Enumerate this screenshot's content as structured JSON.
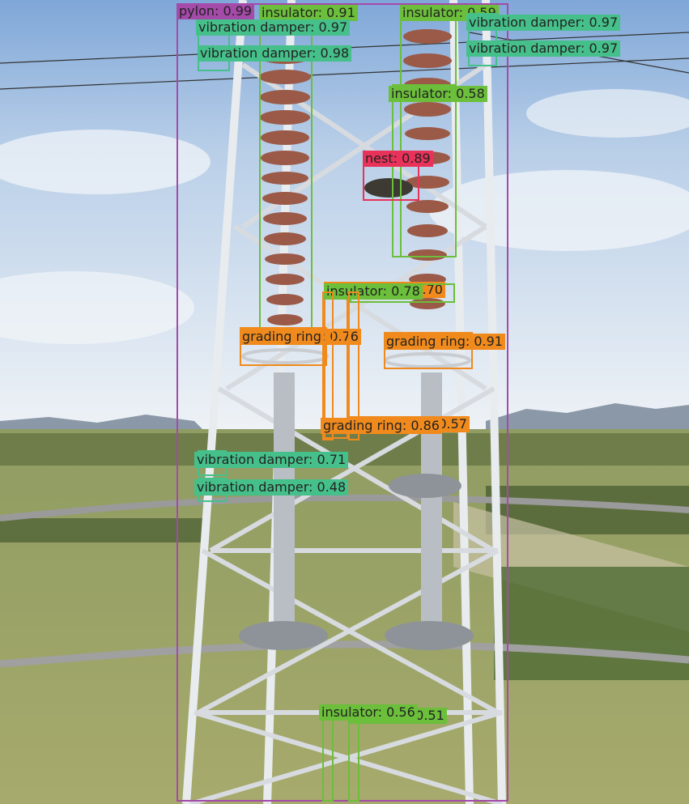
{
  "classes": {
    "pylon": "#a44aa8",
    "insulator": "#6bbf3a",
    "vibration damper": "#46c08a",
    "grading ring": "#f08a1c",
    "nest": "#e8325a"
  },
  "detections": [
    {
      "label": "pylon: 0.99",
      "cls": "pylon"
    },
    {
      "label": "insulator: 0.91",
      "cls": "insulator"
    },
    {
      "label": "insulator: 0.59",
      "cls": "insulator"
    },
    {
      "label": "vibration damper: 0.97",
      "cls": "vibration damper"
    },
    {
      "label": "vibration damper: 0.98",
      "cls": "vibration damper"
    },
    {
      "label": "vibration damper: 0.97",
      "cls": "vibration damper"
    },
    {
      "label": "vibration damper: 0.97",
      "cls": "vibration damper"
    },
    {
      "label": "insulator: 0.58",
      "cls": "insulator"
    },
    {
      "label": "nest: 0.89",
      "cls": "nest"
    },
    {
      "label": "grading ring: 0.70",
      "cls": "grading ring"
    },
    {
      "label": "insulator: 0.78",
      "cls": "insulator"
    },
    {
      "label": "grading ring: 0.76",
      "cls": "grading ring"
    },
    {
      "label": "grading ring: 0.91",
      "cls": "grading ring"
    },
    {
      "label": "grading ring: 0.57",
      "cls": "grading ring"
    },
    {
      "label": "grading ring: 0.86",
      "cls": "grading ring"
    },
    {
      "label": "vibration damper: 0.71",
      "cls": "vibration damper"
    },
    {
      "label": "vibration damper: 0.48",
      "cls": "vibration damper"
    },
    {
      "label": "insulator: 0.51",
      "cls": "insulator"
    },
    {
      "label": "insulator: 0.56",
      "cls": "insulator"
    }
  ]
}
